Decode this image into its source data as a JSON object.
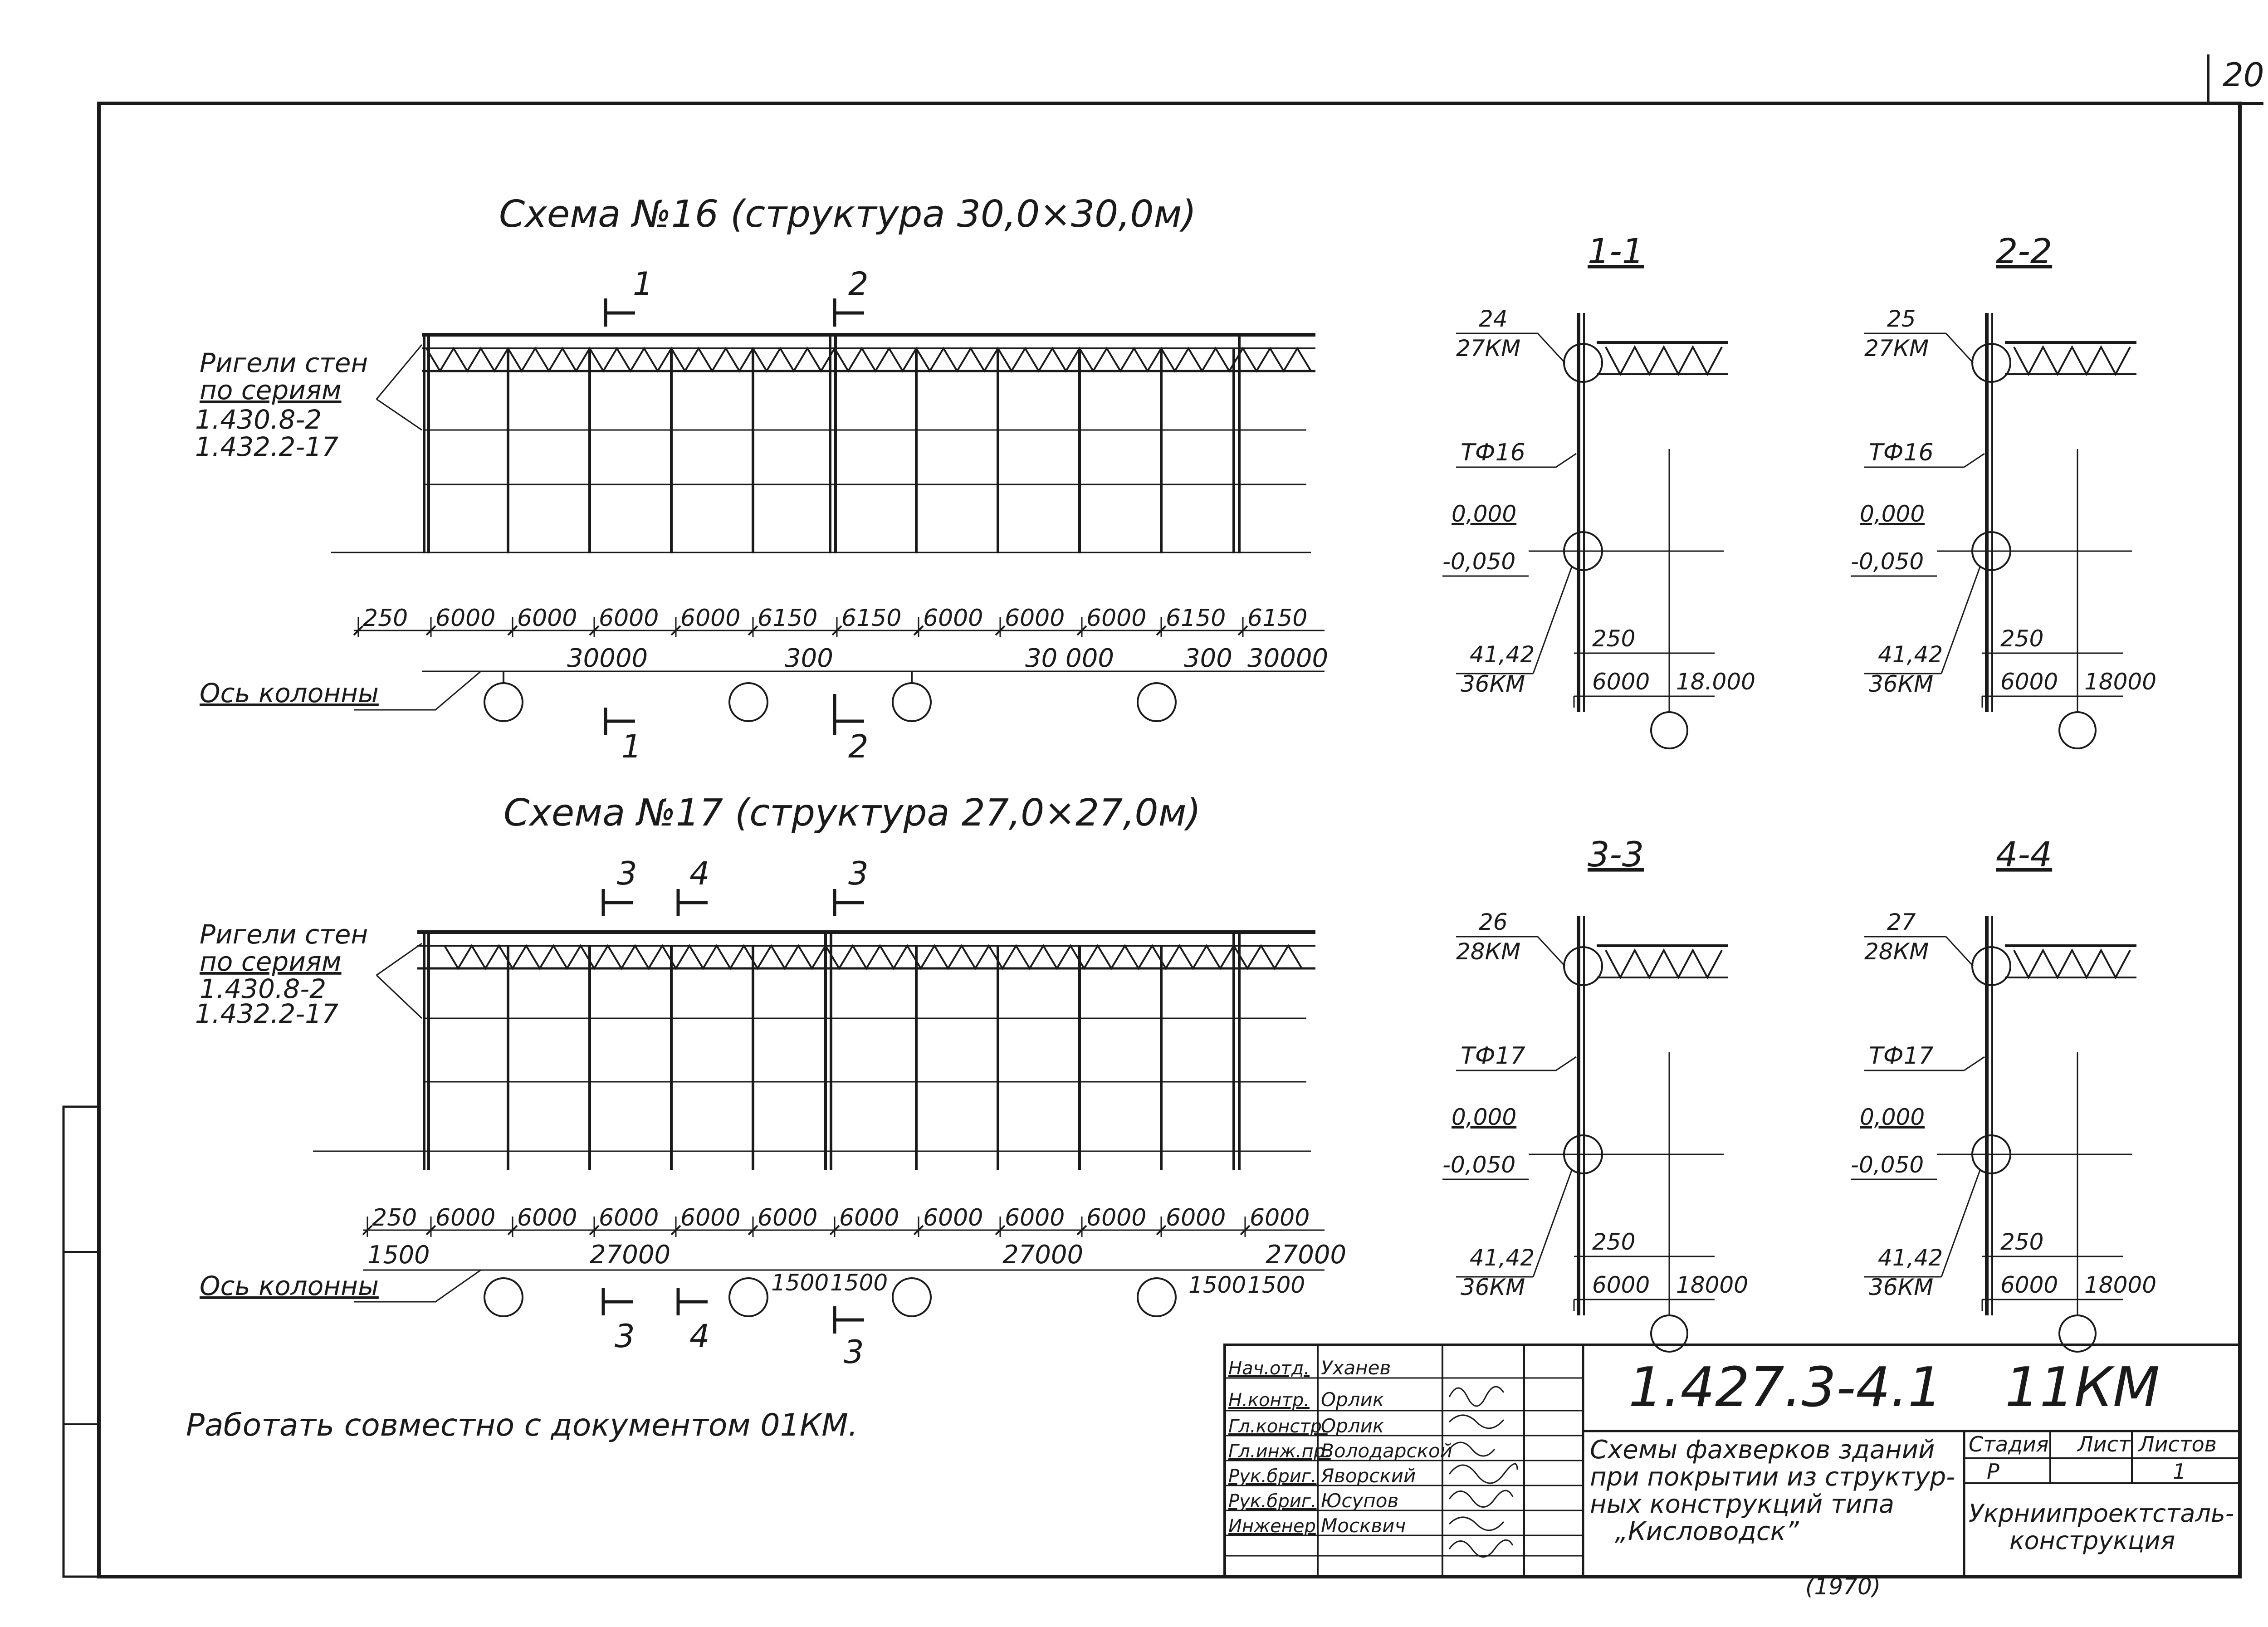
{
  "sheet_number": "20",
  "scheme16": {
    "title": "Схема №16 (структура 30,0×30,0м)",
    "girders_label": [
      "Ригели стен",
      "по сериям",
      "1.430.8-2",
      "1.432.2-17"
    ],
    "column_axis_label": "Ось колонны",
    "dims_top": [
      "250",
      "6000",
      "6000",
      "6000",
      "6000",
      "6150",
      "6150",
      "6000",
      "6000",
      "6000",
      "6150",
      "6150"
    ],
    "dims_bottom": [
      "30000",
      "300",
      "30 000",
      "300",
      "30000"
    ],
    "section_marks": [
      "1",
      "2"
    ]
  },
  "scheme17": {
    "title": "Схема №17 (структура 27,0×27,0м)",
    "girders_label": [
      "Ригели стен",
      "по сериям",
      "1.430.8-2",
      "1.432.2-17"
    ],
    "column_axis_label": "Ось колонны",
    "dims_top": [
      "250",
      "6000",
      "6000",
      "6000",
      "6000",
      "6000",
      "6000",
      "6000",
      "6000",
      "6000",
      "6000",
      "6000"
    ],
    "dims_bottom": [
      "1500",
      "27000",
      "1500",
      "1500",
      "27000",
      "1500",
      "1500",
      "27000"
    ],
    "section_marks": [
      "3",
      "4",
      "3"
    ]
  },
  "sections": [
    {
      "title": "1-1",
      "node": "24",
      "node_sheet": "27КМ",
      "element": "ТФ16",
      "level_top": "0,000",
      "level_bottom": "-0,050",
      "base_node": "41,42",
      "base_sheet": "36КМ",
      "offset": "250",
      "span1": "6000",
      "span2": "18.000"
    },
    {
      "title": "2-2",
      "node": "25",
      "node_sheet": "27КМ",
      "element": "ТФ16",
      "level_top": "0,000",
      "level_bottom": "-0,050",
      "base_node": "41,42",
      "base_sheet": "36КМ",
      "offset": "250",
      "span1": "6000",
      "span2": "18000"
    },
    {
      "title": "3-3",
      "node": "26",
      "node_sheet": "28КМ",
      "element": "ТФ17",
      "level_top": "0,000",
      "level_bottom": "-0,050",
      "base_node": "41,42",
      "base_sheet": "36КМ",
      "offset": "250",
      "span1": "6000",
      "span2": "18000"
    },
    {
      "title": "4-4",
      "node": "27",
      "node_sheet": "28КМ",
      "element": "ТФ17",
      "level_top": "0,000",
      "level_bottom": "-0,050",
      "base_node": "41,42",
      "base_sheet": "36КМ",
      "offset": "250",
      "span1": "6000",
      "span2": "18000"
    }
  ],
  "note": "Работать совместно с документом 01КМ.",
  "title_block": {
    "doc_code": "1.427.3-4.1",
    "doc_mark": "11КМ",
    "description": [
      "Схемы фахверков зданий",
      "при покрытии из структур-",
      "ных конструкций типа",
      "„Кисловодск”"
    ],
    "stage_label": "Стадия",
    "stage": "Р",
    "sheet_label": "Лист",
    "sheet": "",
    "sheets_label": "Листов",
    "sheets": "1",
    "organization": [
      "Укрниипроектсталь-",
      "конструкция"
    ],
    "year": "(1970)",
    "roles": [
      {
        "role": "Нач.отд.",
        "name": "Уханев"
      },
      {
        "role": "Н.контр.",
        "name": "Орлик"
      },
      {
        "role": "Гл.констр.",
        "name": "Орлик"
      },
      {
        "role": "Гл.инж.пр.",
        "name": "Володарской"
      },
      {
        "role": "Рук.бриг.",
        "name": "Яворский"
      },
      {
        "role": "Рук.бриг.",
        "name": "Юсупов"
      },
      {
        "role": "Инженер",
        "name": "Москвич"
      }
    ]
  }
}
